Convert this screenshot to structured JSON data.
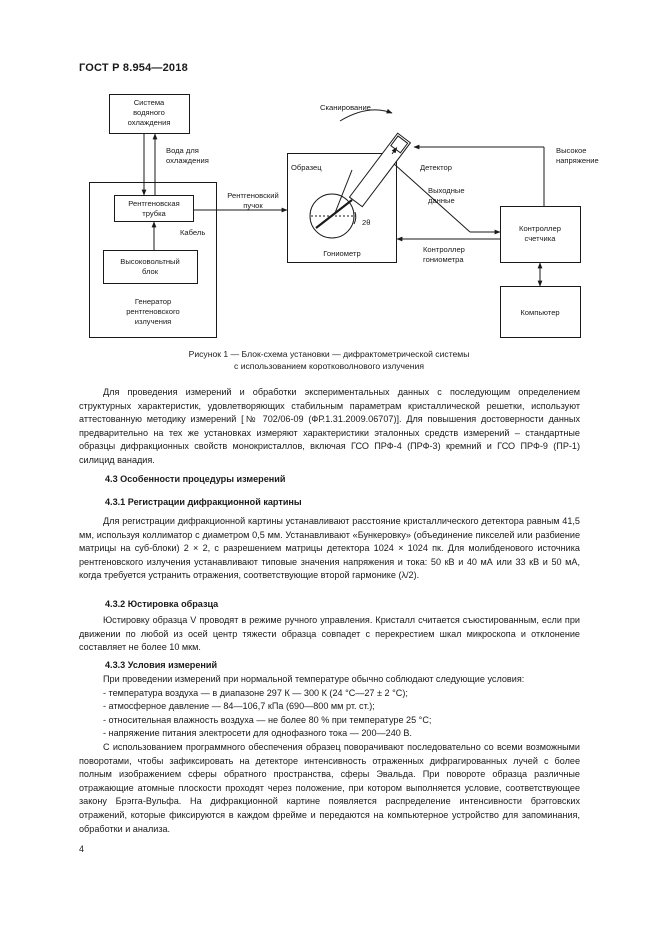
{
  "header": {
    "doc_id": "ГОСТ Р 8.954—2018"
  },
  "diagram": {
    "cooling_system": [
      "Система",
      "водяного",
      "охлаждения"
    ],
    "water_label": [
      "Вода для",
      "охлаждения"
    ],
    "xray_tube": [
      "Рентгеновская",
      "трубка"
    ],
    "cable": "Кабель",
    "hv_block": [
      "Высоковольтный",
      "блок"
    ],
    "generator": [
      "Генератор",
      "рентгеновского",
      "излучения"
    ],
    "beam": [
      "Рентгеновский",
      "пучок"
    ],
    "scanning": "Сканирование",
    "sample": "Образец",
    "detector": "Детектор",
    "two_theta": "2θ",
    "goniometer": "Гониометр",
    "output_data": [
      "Выходные",
      "данные"
    ],
    "high_voltage": [
      "Высокое",
      "напряжение"
    ],
    "counter_controller": [
      "Контроллер",
      "счетчика"
    ],
    "gonio_controller": [
      "Контроллер",
      "гониометра"
    ],
    "computer": "Компьютер"
  },
  "caption": {
    "line1": "Рисунок 1 — Блок-схема установки — дифрактометрической системы",
    "line2": "с использованием коротковолнового излучения"
  },
  "intro_paragraph": "Для проведения измерений и обработки экспериментальных данных с последующим определением структурных характеристик, удовлетворяющих стабильным параметрам кристаллической решетки, используют аттестованную методику измерений [№ 702/06-09 (ФР.1.31.2009.06707)]. Для повышения достоверности данных предварительно на тех же установках измеряют характеристики эталонных средств измерений – стандартные образцы дифракционных свойств монокристаллов, включая ГСО ПРФ-4 (ПРФ-3) кремний и ГСО ПРФ-9 (ПР-1) силицид ванадия.",
  "s43": {
    "title": "4.3 Особенности процедуры измерений"
  },
  "s431": {
    "title": "4.3.1 Регистрации дифракционной картины",
    "text": "Для регистрации дифракционной картины устанавливают расстояние кристаллического детектора равным 41,5 мм, используя коллиматор с диаметром 0,5 мм. Устанавливают «Бункеровку» (объединение пикселей или разбиение матрицы на суб-блоки) 2 × 2, с разрешением матрицы детектора 1024 × 1024 пк. Для молибденового источника рентгеновского излучения устанавливают типовые значения напряжения и тока: 50 кВ и 40 мА или 33 кВ и 50 мА, когда требуется устранить отражения, соответствующие второй гармонике (λ/2)."
  },
  "s432": {
    "title": "4.3.2 Юстировка образца",
    "text": "Юстировку образца V проводят в режиме ручного управления. Кристалл считается съюстированным, если при движении по любой из осей центр тяжести образца совпадет с перекрестием шкал микроскопа и отклонение составляет не более 10 мкм."
  },
  "s433": {
    "title": "4.3.3 Условия измерений",
    "intro": "При проведении измерений при нормальной температуре обычно соблюдают следующие условия:",
    "items": [
      "- температура воздуха — в диапазоне 297 К — 300 К (24 °С—27 ± 2 °С);",
      "- атмосферное давление — 84—106,7 кПа (690—800 мм рт. ст.);",
      "- относительная влажность воздуха — не более 80 % при температуре 25 °С;",
      "- напряжение питания электросети для однофазного тока — 200—240 В."
    ],
    "final": "С использованием программного обеспечения образец поворачивают последовательно со всеми возможными поворотами, чтобы зафиксировать на детекторе интенсивность отраженных дифрагированных лучей с более полным изображением сферы обратного пространства, сферы Эвальда. При повороте образца различные отражающие атомные плоскости проходят через положение, при котором выполняется условие, соответствующее закону Брэгга-Вульфа. На дифракционной картине появляется распределение интенсивности брэгговских отражений, которые фиксируются в каждом фрейме и передаются на компьютерное устройство для запоминания, обработки и анализа."
  },
  "page_number": "4"
}
